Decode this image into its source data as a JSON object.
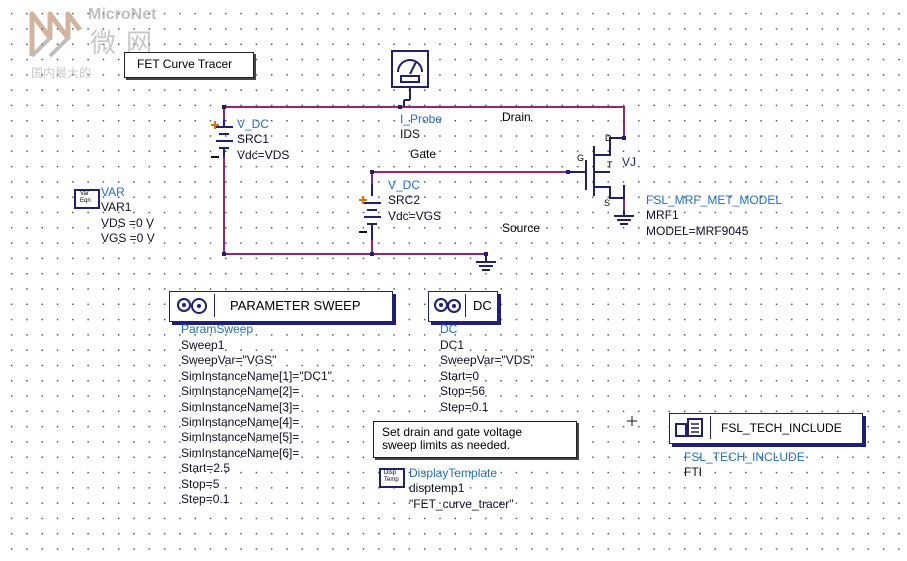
{
  "watermark": {
    "brand": "MicroNet",
    "cn_name": "微网",
    "tagline": "国内最大的"
  },
  "title_box": {
    "text": "FET Curve Tracer"
  },
  "vdc_src1": {
    "type": "V_DC",
    "name": "SRC1",
    "param": "Vdc=VDS"
  },
  "vdc_src2": {
    "type": "V_DC",
    "name": "SRC2",
    "param": "Vdc=VGS"
  },
  "iprobe": {
    "type": "I_Probe",
    "name": "IDS"
  },
  "net_labels": {
    "drain": "Drain",
    "gate": "Gate",
    "source": "Source"
  },
  "fet": {
    "pin_d": "D",
    "pin_g": "G",
    "pin_t": "T",
    "pin_s": "S",
    "tag": "VJ",
    "model_type": "FSL_MRF_MET_MODEL",
    "name": "MRF1",
    "model": "MODEL=MRF9045"
  },
  "var": {
    "icon_line1": "Var",
    "icon_line2": "Eqn",
    "type": "VAR",
    "name": "VAR1",
    "vds": "VDS =0 V",
    "vgs": "VGS =0 V"
  },
  "param_sweep": {
    "title": "PARAMETER SWEEP",
    "type": "ParamSweep",
    "lines": [
      "Sweep1",
      "SweepVar=\"VGS\"",
      "SimInstanceName[1]=\"DC1\"",
      "SimInstanceName[2]=",
      "SimInstanceName[3]=",
      "SimInstanceName[4]=",
      "SimInstanceName[5]=",
      "SimInstanceName[6]=",
      "Start=2.5",
      "Stop=5",
      "Step=0.1"
    ]
  },
  "dc": {
    "title": "DC",
    "type": "DC",
    "lines": [
      "DC1",
      "SweepVar=\"VDS\"",
      "Start=0",
      "Stop=56",
      "Step=0.1"
    ]
  },
  "note": {
    "line1": "Set drain and gate voltage",
    "line2": "sweep limits as needed."
  },
  "display_template": {
    "icon_line1": "Disp",
    "icon_line2": "Temp",
    "type": "DisplayTemplate",
    "name": "disptemp1",
    "value": "\"FET_curve_tracer\""
  },
  "tech_include": {
    "title": "FSL_TECH_INCLUDE",
    "type": "FSL_TECH_INCLUDE",
    "name": "FTI"
  },
  "colors": {
    "wire": "#a0206a",
    "component": "#1d1f7a",
    "label_blue": "#1e6fd0",
    "plus": "#e07010"
  }
}
